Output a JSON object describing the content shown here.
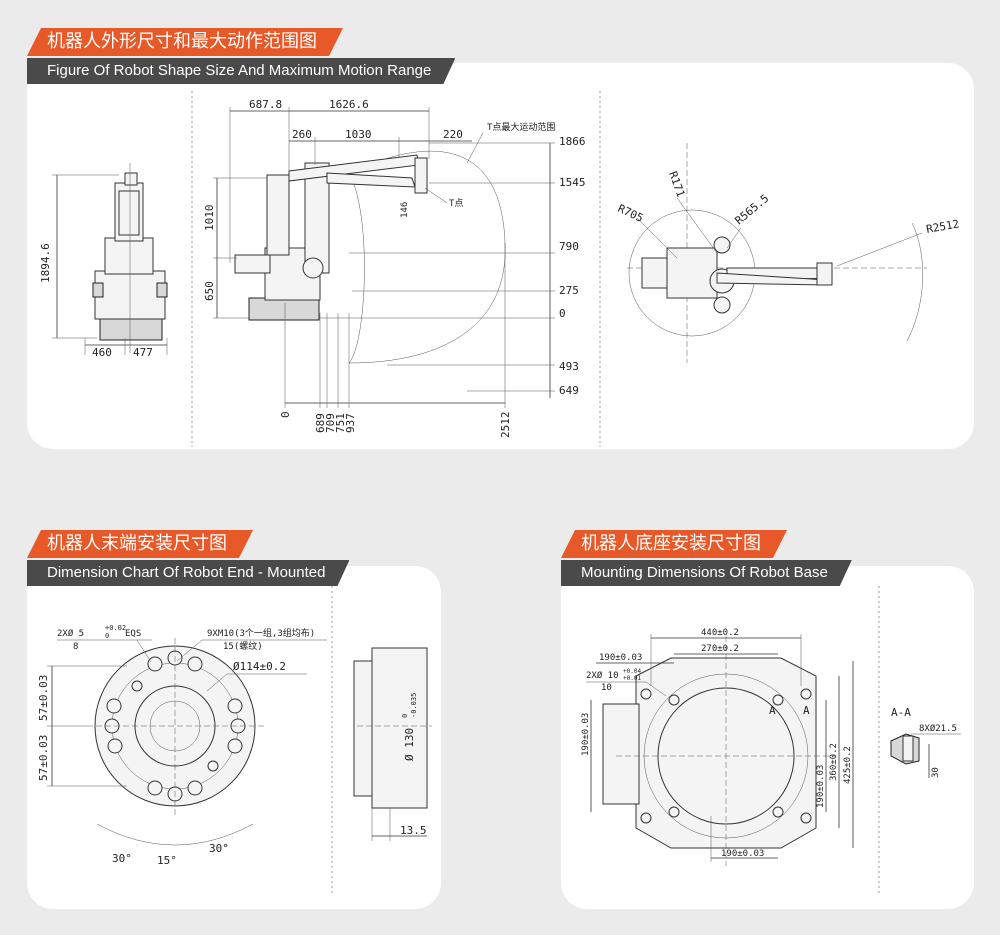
{
  "section1": {
    "title_cn": "机器人外形尺寸和最大动作范围图",
    "title_en": "Figure Of Robot Shape Size And Maximum Motion Range",
    "front_view": {
      "height": "1894.6",
      "base_left": "460",
      "base_right": "477"
    },
    "side_view": {
      "top_dims": [
        "687.8",
        "1626.6"
      ],
      "second_dims": [
        "260",
        "1030",
        "220"
      ],
      "t_range_label": "T点最大运动范围",
      "t_point_label": "T点",
      "arm_146": "146",
      "left_dims": [
        "1010",
        "650"
      ],
      "right_dims": [
        "1866",
        "1545",
        "790",
        "275",
        "0",
        "493",
        "649"
      ],
      "bottom_dims": [
        "0",
        "689",
        "709",
        "751",
        "937",
        "2512"
      ]
    },
    "top_view": {
      "radii": [
        "R705",
        "R171",
        "R565.5",
        "R2512"
      ]
    }
  },
  "section2": {
    "title_cn": "机器人末端安装尺寸图",
    "title_en": "Dimension Chart Of Robot End - Mounted",
    "labels": {
      "pin": "2XØ 5",
      "pin_tol": "+0.02",
      "pin_tol2": "0",
      "eqs": "EQS",
      "pin_depth": "8",
      "thread": "9XM10(3个一组,3组均布)",
      "thread_depth": "15(螺纹)",
      "circle": "Ø114±0.2",
      "v1": "57±0.03",
      "v2": "57±0.03",
      "a1": "30°",
      "a2": "15°",
      "a3": "30°",
      "dia": "Ø 130",
      "dia_tol": "0",
      "dia_tol2": "-0.035",
      "thick": "13.5"
    }
  },
  "section3": {
    "title_cn": "机器人底座安装尺寸图",
    "title_en": "Mounting Dimensions Of Robot Base",
    "labels": {
      "w440": "440±0.2",
      "w270": "270±0.2",
      "w190": "190±0.03",
      "pin": "2XØ 10",
      "pin_tol": "+0.04",
      "pin_tol2": "+0.01",
      "pin_depth": "10",
      "h190": "190±0.03",
      "h360": "360±0.2",
      "h425": "425±0.2",
      "h190b": "190±0.03",
      "bottom190": "190±0.03",
      "sec": "A-A",
      "hole": "8XØ21.5",
      "d30": "30",
      "mark_a1": "A",
      "mark_a2": "A"
    }
  }
}
